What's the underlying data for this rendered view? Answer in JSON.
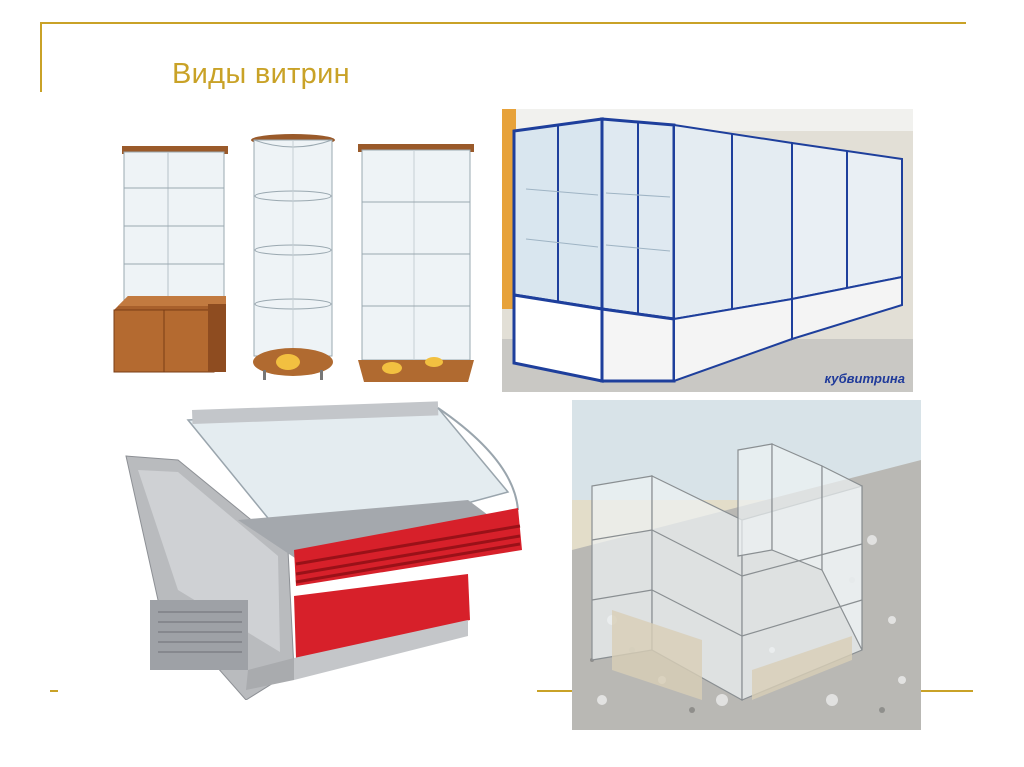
{
  "slide": {
    "title": "Виды витрин",
    "accent_color": "#c9a227"
  },
  "images": {
    "glass_showcase_cabinets": {
      "alt": "Стеклянные витрины-стеллажи"
    },
    "shop_showcase_installation": {
      "alt": "Витрины в торговом зале",
      "caption": "кубвитрина"
    },
    "refrigerated_display_case": {
      "alt": "Холодильная витрина"
    },
    "glass_counter_module": {
      "alt": "Стеклянная витрина-прилавок"
    }
  }
}
